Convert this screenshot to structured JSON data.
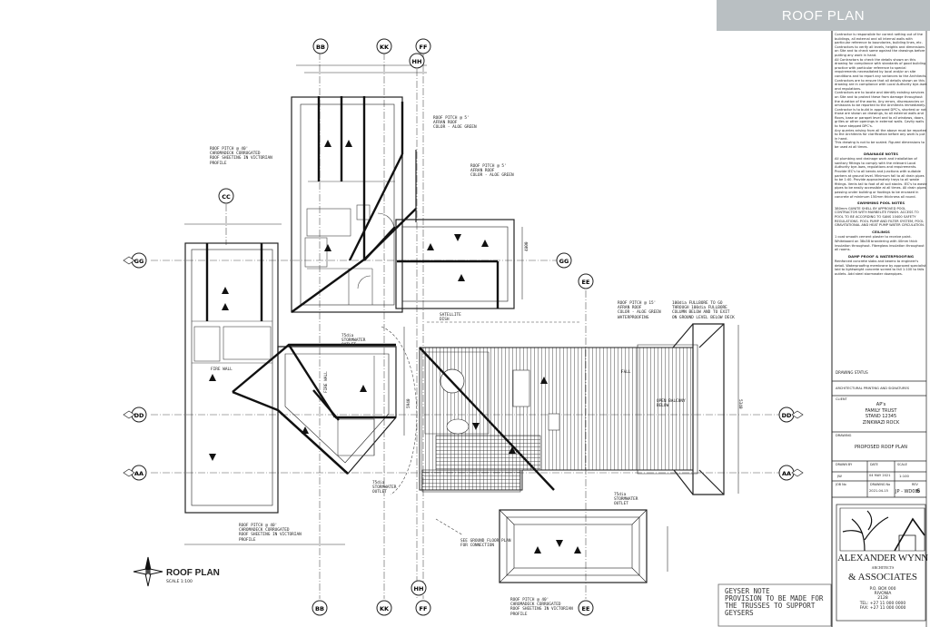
{
  "banner": {
    "title": "ROOF PLAN"
  },
  "drawing": {
    "title": "ROOF PLAN",
    "scale": "SCALE 1:100",
    "grid_marks": [
      "BB",
      "KK",
      "FF",
      "HH",
      "CC",
      "GG",
      "DD",
      "AA",
      "EE"
    ],
    "labels": {
      "roof_top_left": "ROOF PITCH @ 40'\nCHROMADECK CORRUGATED\nROOF SHEETING IN VICTORIAN\nPROFILE",
      "roof_top_mid": "ROOF PITCH @ 5'\nAFRAN ROOF\nCOLOR - ALOE GREEN",
      "roof_mid": "ROOF PITCH @ 5'\nAFRAN ROOF\nCOLOR - ALOE GREEN",
      "roof_centre": "ROOF PITCH @ 15'\nAFRAN ROOF\nCOLOR - ALOE GREEN\nWATERPROOFING",
      "downpipe": "100dia FULLBORE TO GO\nTHROUGH 100dia FULLBORE\nCOLUMN BELOW AND TO EXIT\nON GROUND LEVEL BELOW DECK",
      "bottom_left": "ROOF PITCH @ 40'\nCHROMADECK CORRUGATED\nROOF SHEETING IN VICTORIAN\nPROFILE",
      "bottom_mid": "ROOF PITCH @ 40'\nCHROMADECK CORRUGATED\nROOF SHEETING IN VICTORIAN\nPROFILE",
      "stormwater_left": "75dia\nSTORMWATER\nOUTLET",
      "stormwater_mid": "75dia\nSTORMWATER\nOUTLET",
      "stormwater_right": "75dia\nSTORMWATER\nOUTLET",
      "fire_wall": "FIRE WALL",
      "fire_wall_b": "FIRE WALL",
      "satellite": "SATELLITE\nDISH",
      "open_balcony": "OPEN BALCONY\nBELOW",
      "fall": "FALL",
      "see_ground": "SEE GROUND FLOOR PLAN\nFOR CONNECTION",
      "dim_5340": "5340",
      "dim_4800": "4800",
      "dim_5940": "5940"
    },
    "geyser_note": {
      "heading": "GEYSER  NOTE",
      "body": "PROVISION TO BE MADE FOR THE TRUSSES TO SUPPORT GEYSERS"
    }
  },
  "notes": {
    "paragraphs": [
      "Contractor is responsible for correct setting out of the buildings, all external and all internal walls with particular reference to boundaries, building lines, etc. Contractors to verify all levels, heights and dimensions on Site and to check same against the drawings before putting any work in hand.",
      "All Contractors to check the details shown on this drawing for compliance with standards of good building practice with particular reference to special requirements necessitated by local and/or on site conditions and to report any variances to the Architects. Contractors are to ensure that all details shown on this drawing are in compliance with Local Authority bye-laws and regulations.",
      "Contractors are to locate and identify existing services on Site and to protect these from damage throughout the duration of the works. Any errors, discrepancies or omissions to be reported to the Architects immediately.",
      "Contractor is to build in approved DPC's, shortest or not those are shown on drawings, to all external walls and floors, base or parapet level and to all windows, doors, grilles or other openings in external walls. Cavity walls to have stepped DPC's.",
      "Any queries arising from all the above must be reported to the Architects for clarification before any work is put in hand.",
      "This drawing is not to be scaled. Figured dimensions to be used at all times."
    ],
    "drainage_heading": "DRAINAGE NOTES",
    "drainage": "All plumbing and drainage work and installation of sanitary fittings to comply with the relevant Local Authority bye-laws, regulations and requirements. Provide IEC's to all bends and junctions with suitable parkers at ground level. Minimum fall to all drain pipes to be 1:40. Provide approximately trays to all waste fittings. Vents tail to foot of all soil stacks. IEC's to waste pipes to be easily accessible at all times. All drain pipes passing under building or footings to be encased in concrete of minimum 150mm thickness all round.",
    "pool_heading": "SWIMMING POOL NOTES",
    "pool": "380mm GUNITE SHELL BY APPROVED POOL CONTRACTOR WITH MARBELITE FINISH. ACCESS TO POOL TO BE ACCORDING TO SANS 10400 SAFETY REGULATIONS. POOL PUMP AND FILTER SYSTEM, POOL GRAVITATIONAL AND HEAT PUMP WATER CIRCULATION.",
    "ceiling_heading": "CEILINGS",
    "ceiling": "1 coat smooth cement plaster to receive paint. Whiteboard on 38x38 brandering with 40mm thick insulation throughout. Fibreglass insulation throughout all rooms.",
    "damp_heading": "DAMP PROOF & WATERPROOFING",
    "damp": "Reinforced concrete slabs and beams to engineer's detail. Waterproofing membrane by approved specialist laid to lightweight concrete screed to fall 1:100 to falls outlets. Add steel stormwater downpipes."
  },
  "title_block": {
    "drawing_status": "DRAWING STATUS",
    "architectural": "ARCHITECTURAL PRINTING AND SIGNATURES",
    "client_label": "CLIENT",
    "client_lines": [
      "AP's",
      "FAMILY TRUST",
      "STAND 12345",
      "ZINKWAZI ROCK"
    ],
    "drawing_label": "DRAWING",
    "drawing_name": "PROPOSED ROOF PLAN",
    "drawn_by_label": "DRAWN BY",
    "drawn_by": "JW",
    "date_label": "DATE",
    "date": "04 MAY 2021",
    "scale_label": "SCALE",
    "scale": "1:100",
    "job_label": "JOB No",
    "job": "2021-04-15",
    "drg_label": "DRAWING No",
    "drg": "JP - WD08",
    "rev_label": "REV",
    "rev": "6"
  },
  "firm": {
    "name_line1": "ALEXANDER WYNN",
    "name_line2": "& ASSOCIATES",
    "tagline": "ARCHITECTS",
    "address": [
      "P.O. BOX 000",
      "RIVONIA",
      "2128"
    ],
    "tel": "TEL: +27 11 000 0000",
    "fax": "FAX: +27 11 000 0000"
  }
}
